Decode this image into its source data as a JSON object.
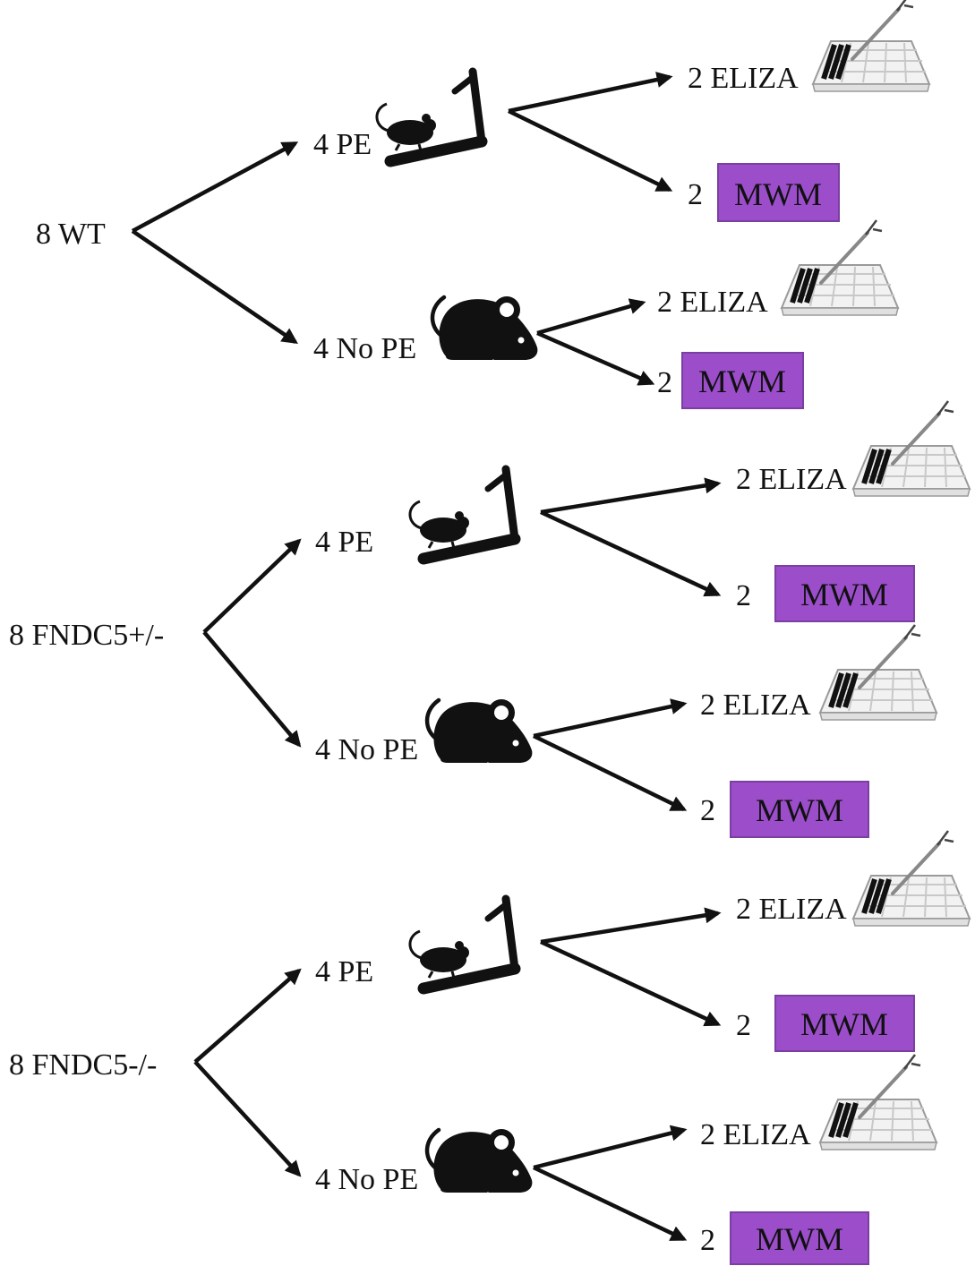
{
  "colors": {
    "mwm_box": "#9b4dca",
    "ink": "#111111",
    "plate": "#e6e6e6"
  },
  "icons": {
    "treadmill": "treadmill-mouse-icon",
    "mouse": "mouse-icon",
    "elisa": "elisa-plate-pipette-icon"
  },
  "groups": [
    {
      "label": "8 WT",
      "branches": [
        {
          "label": "4 PE",
          "elisa": "2 ELIZA",
          "mwm_count": "2",
          "mwm": "MWM"
        },
        {
          "label": "4 No PE",
          "elisa": "2 ELIZA",
          "mwm_count": "2",
          "mwm": "MWM"
        }
      ]
    },
    {
      "label": "8 FNDC5+/-",
      "branches": [
        {
          "label": "4 PE",
          "elisa": "2 ELIZA",
          "mwm_count": "2",
          "mwm": "MWM"
        },
        {
          "label": "4 No PE",
          "elisa": "2 ELIZA",
          "mwm_count": "2",
          "mwm": "MWM"
        }
      ]
    },
    {
      "label": "8 FNDC5-/-",
      "branches": [
        {
          "label": "4 PE",
          "elisa": "2 ELIZA",
          "mwm_count": "2",
          "mwm": "MWM"
        },
        {
          "label": "4 No PE",
          "elisa": "2 ELIZA",
          "mwm_count": "2",
          "mwm": "MWM"
        }
      ]
    }
  ]
}
